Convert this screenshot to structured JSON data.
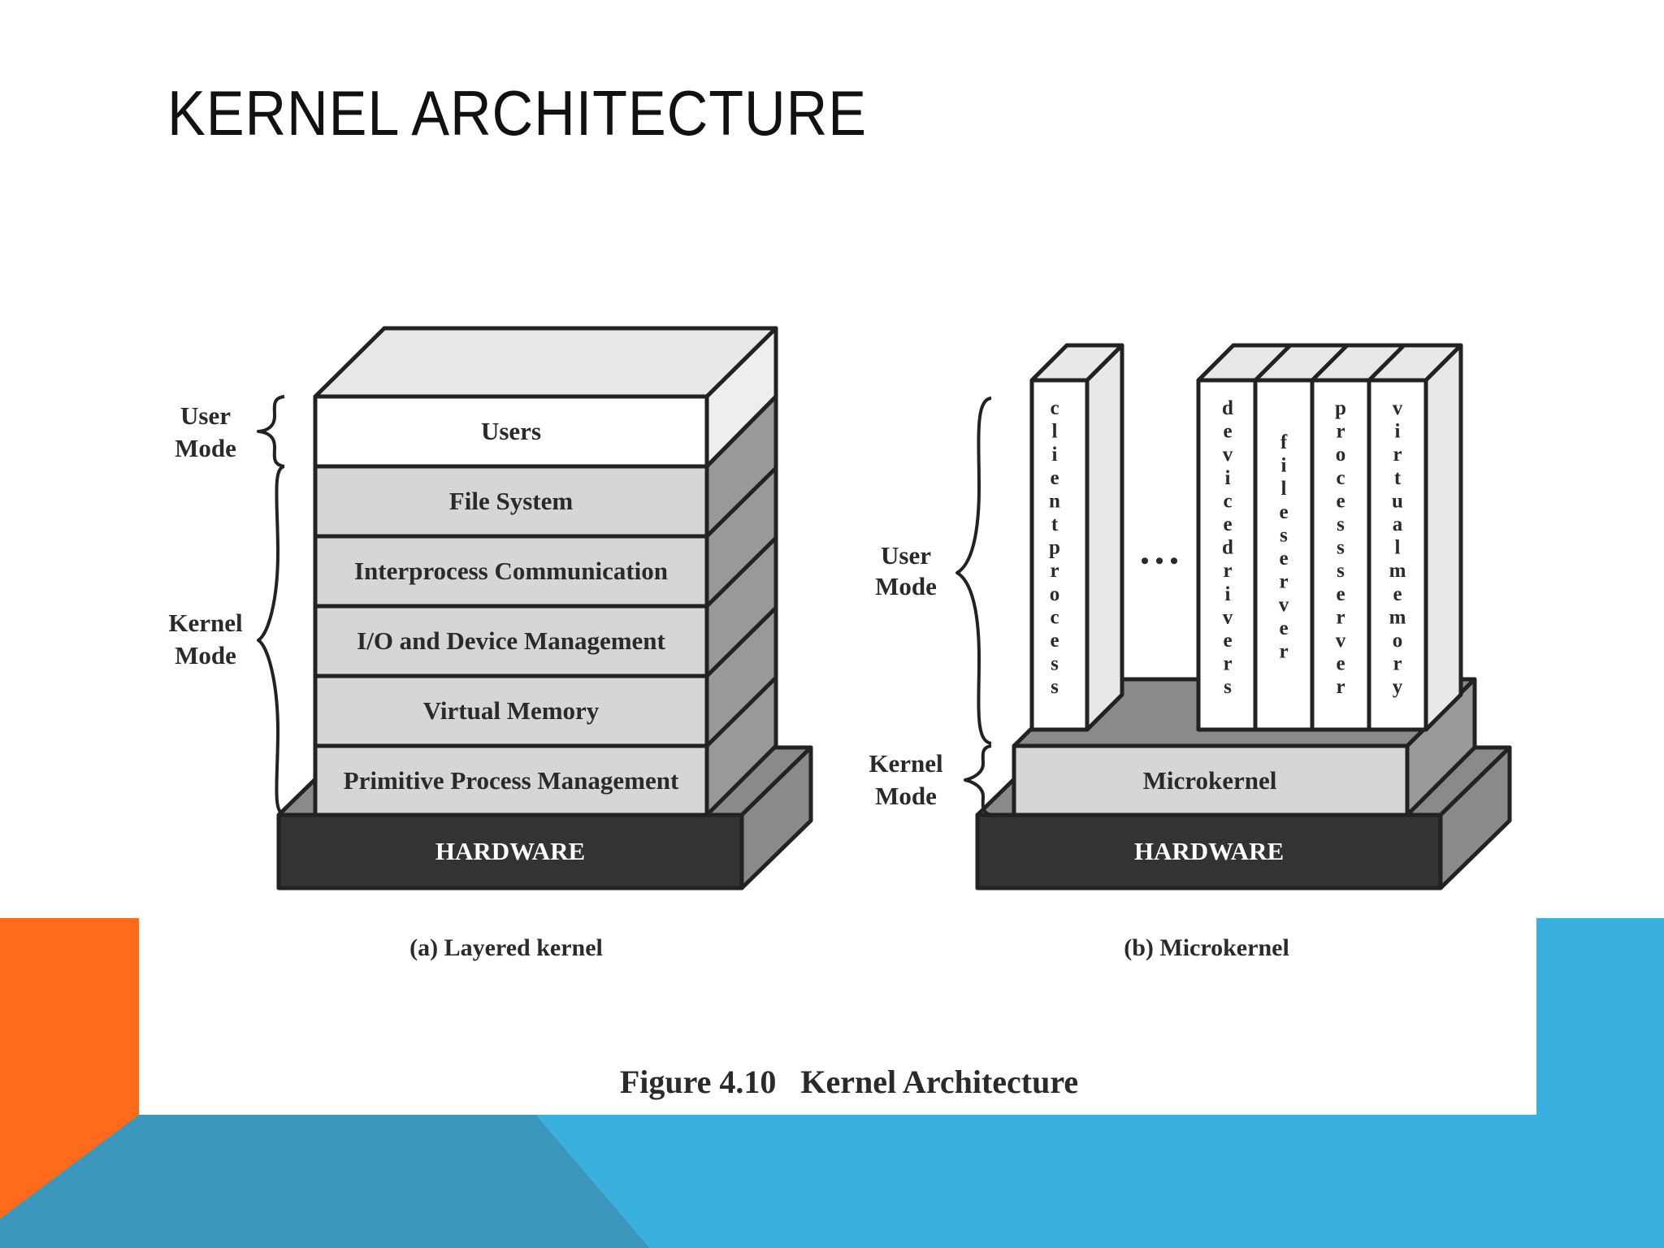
{
  "slide": {
    "title": "KERNEL ARCHITECTURE",
    "colors": {
      "orange": "#ff6b1a",
      "blue": "#3ab0df",
      "blue_dark": "#3c97bd",
      "panel": "#ffffff"
    }
  },
  "figure": {
    "caption": "Figure 4.10   Kernel Architecture",
    "layered": {
      "caption": "(a) Layered kernel",
      "user_mode_label": [
        "User",
        "Mode"
      ],
      "kernel_mode_label": [
        "Kernel",
        "Mode"
      ],
      "layers": [
        "Users",
        "File System",
        "Interprocess Communication",
        "I/O and Device Management",
        "Virtual Memory",
        "Primitive Process Management"
      ],
      "hardware": "HARDWARE"
    },
    "micro": {
      "caption": "(b) Microkernel",
      "user_mode_label": [
        "User",
        "Mode"
      ],
      "kernel_mode_label": [
        "Kernel",
        "Mode"
      ],
      "servers": [
        "client process",
        "device drivers",
        "file server",
        "process server",
        "virtual memory"
      ],
      "ellipsis": "• • •",
      "microkernel": "Microkernel",
      "hardware": "HARDWARE"
    }
  }
}
